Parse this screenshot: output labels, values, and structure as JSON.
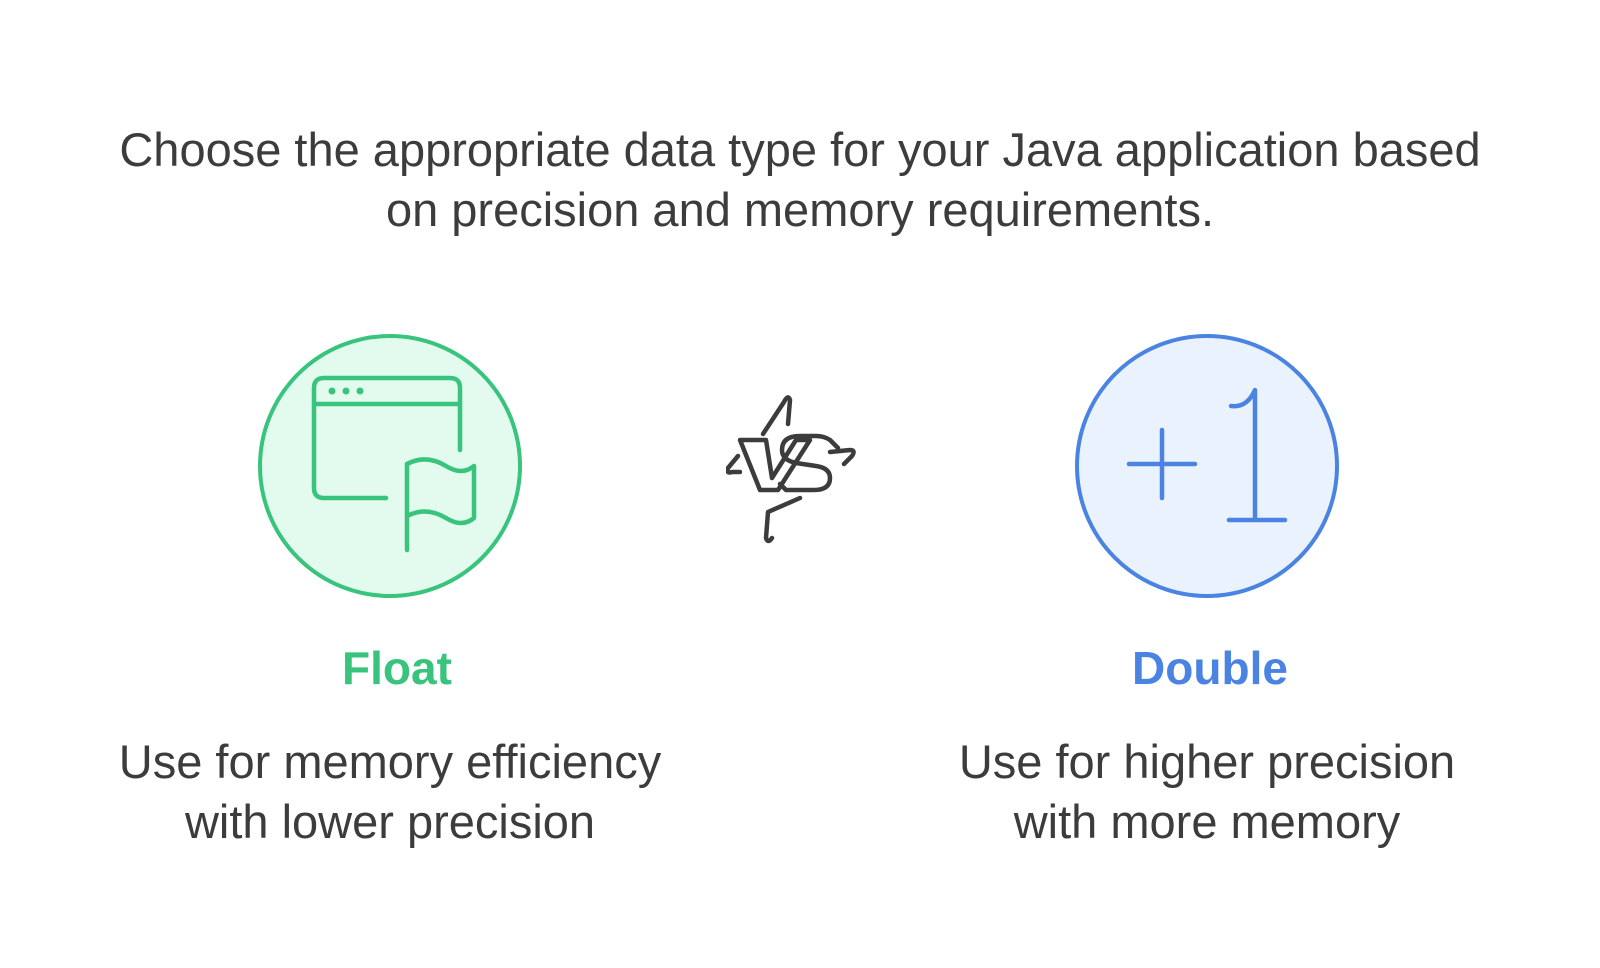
{
  "title": {
    "line1": "Choose the appropriate data type for your Java application based",
    "line2": "on precision and memory requirements."
  },
  "colors": {
    "float_accent": "#38c47c",
    "float_fill": "#e3faef",
    "double_accent": "#4a83e2",
    "double_fill": "#eaf2fd",
    "text": "#3c3c3c"
  },
  "options": [
    {
      "name": "Float",
      "icon": "browser-flag-icon",
      "description_line1": "Use for memory efficiency",
      "description_line2": "with lower precision"
    },
    {
      "name": "Double",
      "icon": "plus-one-icon",
      "description_line1": "Use for higher precision",
      "description_line2": "with more memory"
    }
  ],
  "versus_icon": "vs-lightning-icon"
}
